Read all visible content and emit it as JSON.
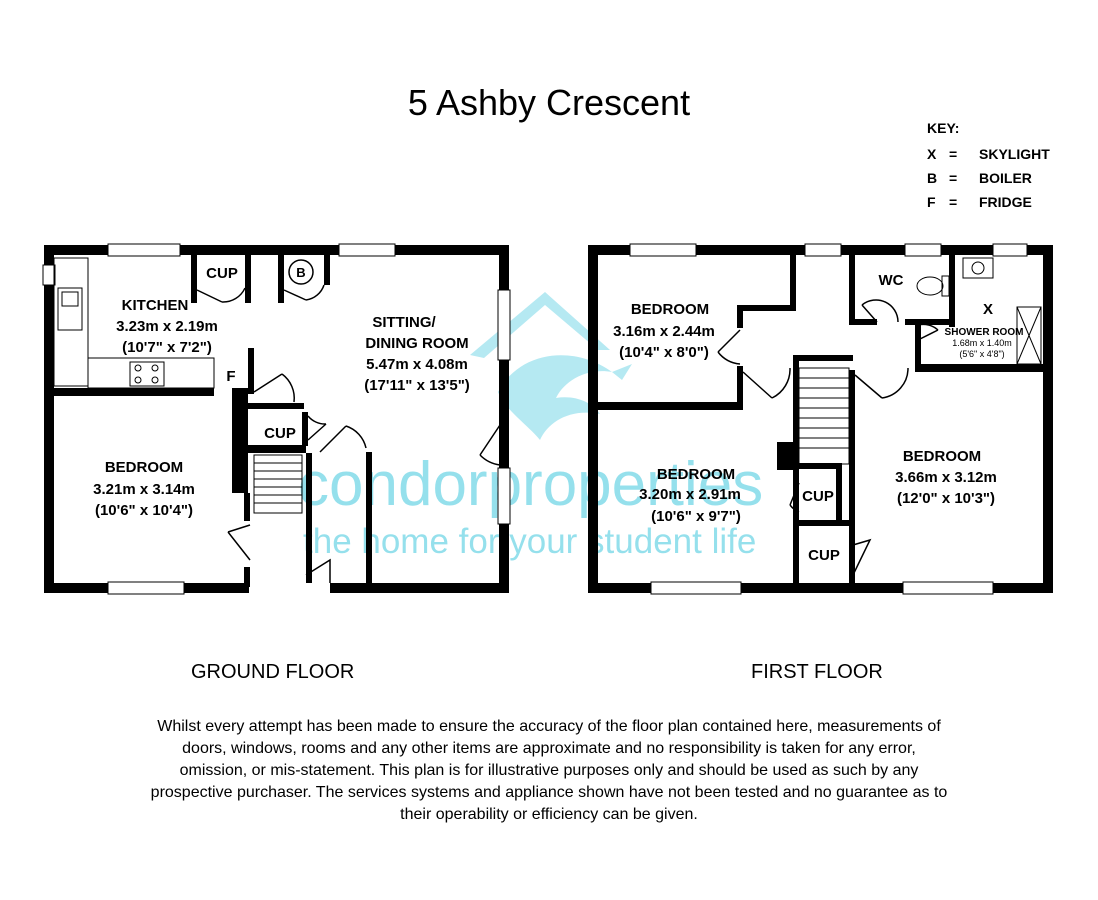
{
  "title": "5 Ashby Crescent",
  "key": {
    "heading": "KEY:",
    "items": [
      {
        "symbol": "X",
        "eq": "=",
        "meaning": "SKYLIGHT"
      },
      {
        "symbol": "B",
        "eq": "=",
        "meaning": "BOILER"
      },
      {
        "symbol": "F",
        "eq": "=",
        "meaning": "FRIDGE"
      }
    ]
  },
  "ground_floor": {
    "caption": "GROUND FLOOR",
    "kitchen": {
      "name": "KITCHEN",
      "metric": "3.23m x 2.19m",
      "imperial": "(10'7\" x 7'2\")"
    },
    "sitting": {
      "name_1": "SITTING/",
      "name_2": "DINING ROOM",
      "metric": "5.47m x 4.08m",
      "imperial": "(17'11\" x 13'5\")"
    },
    "bedroom": {
      "name": "BEDROOM",
      "metric": "3.21m x 3.14m",
      "imperial": "(10'6\" x 10'4\")"
    },
    "cup_label": "CUP",
    "boiler_label": "B",
    "fridge_label": "F"
  },
  "first_floor": {
    "caption": "FIRST FLOOR",
    "bedroom_1": {
      "name": "BEDROOM",
      "metric": "3.16m x 2.44m",
      "imperial": "(10'4\" x 8'0\")"
    },
    "bedroom_2": {
      "name": "BEDROOM",
      "metric": "3.20m x 2.91m",
      "imperial": "(10'6\" x 9'7\")"
    },
    "bedroom_3": {
      "name": "BEDROOM",
      "metric": "3.66m x 3.12m",
      "imperial": "(12'0\" x 10'3\")"
    },
    "wc_label": "WC",
    "shower": {
      "name": "SHOWER ROOM",
      "metric": "1.68m x 1.40m",
      "imperial": "(5'6\" x 4'8\")"
    },
    "skylight_label": "X",
    "cup_label": "CUP"
  },
  "watermark": {
    "brand": "condorproperties",
    "tagline": "the home for your student life",
    "color": "#3fc6dd"
  },
  "disclaimer": "Whilst every attempt has been made to ensure the accuracy of the floor plan contained here, measurements of doors, windows, rooms and any other items are approximate and no responsibility is taken for any error, omission, or mis-statement. This plan is for illustrative purposes only and should be used as such by any prospective purchaser. The services systems and appliance shown have not been tested and no guarantee as to their operability or efficiency can be given."
}
